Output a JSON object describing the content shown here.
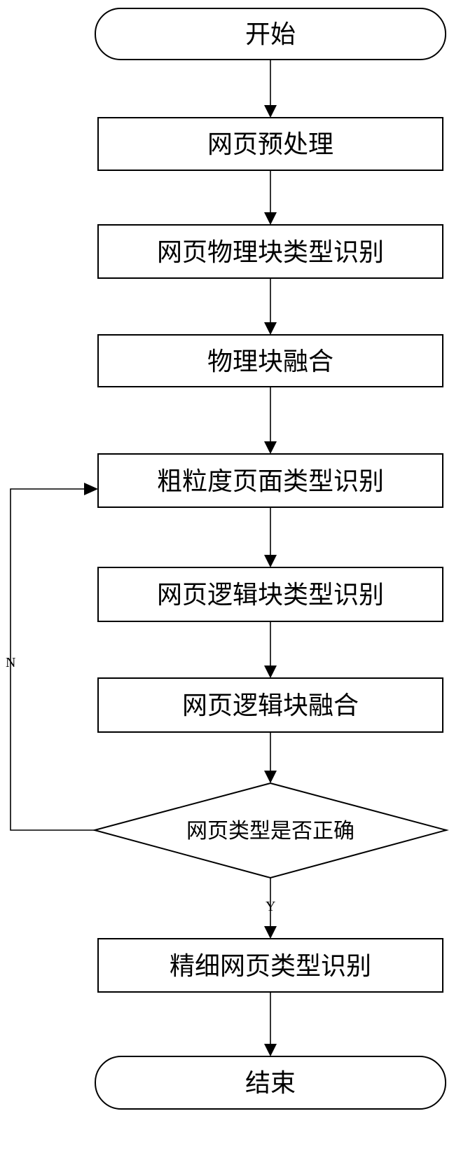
{
  "flowchart": {
    "start": "开始",
    "preprocess": "网页预处理",
    "physical_block_type": "网页物理块类型识别",
    "physical_block_merge": "物理块融合",
    "coarse_page_type": "粗粒度页面类型识别",
    "logical_block_type": "网页逻辑块类型识别",
    "logical_block_merge": "网页逻辑块融合",
    "decision": "网页类型是否正确",
    "fine_page_type": "精细网页类型识别",
    "end": "结束",
    "branch_no": "N",
    "branch_yes": "Y"
  }
}
